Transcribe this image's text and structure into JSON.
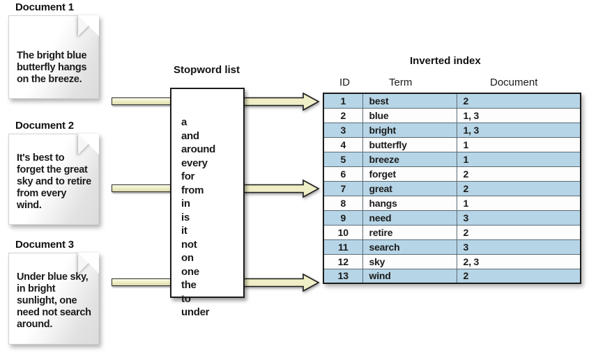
{
  "documents": [
    {
      "title": "Document 1",
      "text": "The bright blue butterfly hangs on the breeze."
    },
    {
      "title": "Document 2",
      "text": "It's best to forget the great sky and to retire from every wind."
    },
    {
      "title": "Document 3",
      "text": "Under blue sky, in bright sunlight, one need not search around."
    }
  ],
  "stopword": {
    "title": "Stopword list",
    "words": "a\nand\naround\nevery\nfor\nfrom\nin\nis\nit\nnot\non\none\nthe\nto\nunder"
  },
  "inverted_index": {
    "title": "Inverted index",
    "columns": [
      "ID",
      "Term",
      "Document"
    ],
    "rows": [
      {
        "id": "1",
        "term": "best",
        "document": "2"
      },
      {
        "id": "2",
        "term": "blue",
        "document": "1, 3"
      },
      {
        "id": "3",
        "term": "bright",
        "document": "1, 3"
      },
      {
        "id": "4",
        "term": "butterfly",
        "document": "1"
      },
      {
        "id": "5",
        "term": "breeze",
        "document": "1"
      },
      {
        "id": "6",
        "term": "forget",
        "document": "2"
      },
      {
        "id": "7",
        "term": "great",
        "document": "2"
      },
      {
        "id": "8",
        "term": "hangs",
        "document": "1"
      },
      {
        "id": "9",
        "term": "need",
        "document": "3"
      },
      {
        "id": "10",
        "term": "retire",
        "document": "2"
      },
      {
        "id": "11",
        "term": "search",
        "document": "3"
      },
      {
        "id": "12",
        "term": "sky",
        "document": "2, 3"
      },
      {
        "id": "13",
        "term": "wind",
        "document": "2"
      }
    ]
  },
  "colors": {
    "row_highlight": "#b6d5e6",
    "row_plain": "#fdfdfd",
    "arrow_fill": "#efeec6",
    "outline": "#1b1b1b"
  }
}
